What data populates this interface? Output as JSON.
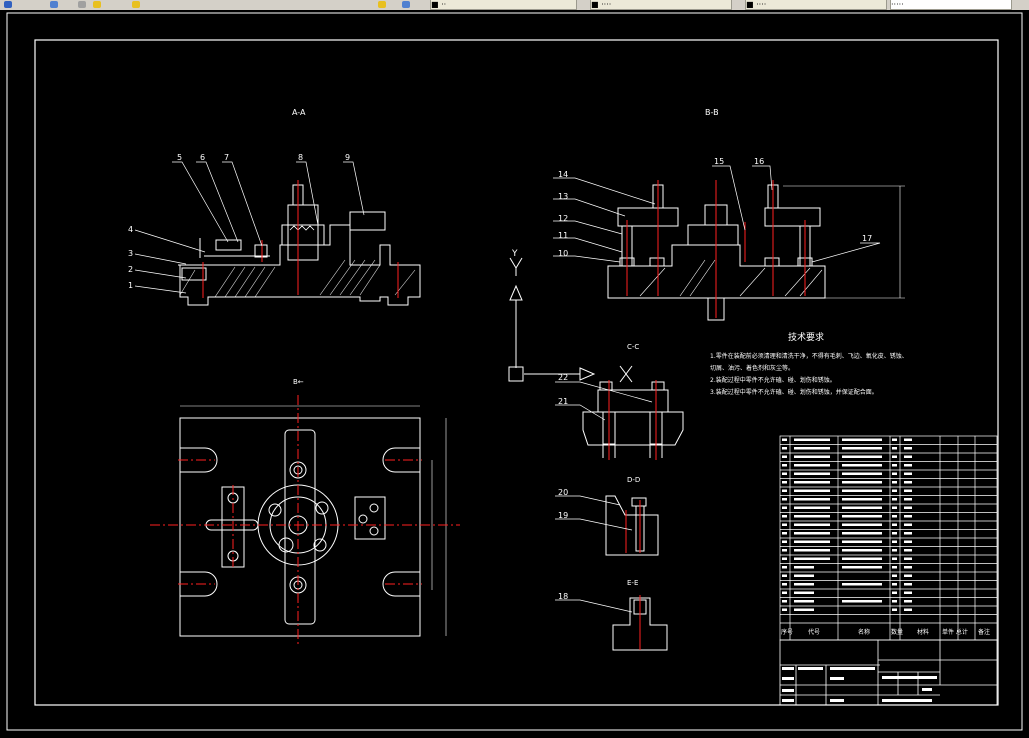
{
  "toolbar": {
    "tabs": [
      "■ ··",
      "■ ····",
      "■ ····",
      "■ ····"
    ],
    "search_text": "·····"
  },
  "drawing": {
    "section_labels": {
      "aa": "A-A",
      "bb": "B-B",
      "cc": "C-C",
      "dd": "D-D",
      "ee": "E-E",
      "plan": "B←"
    },
    "callouts_aa": [
      "1",
      "2",
      "3",
      "4",
      "5",
      "6",
      "7",
      "8",
      "9"
    ],
    "callouts_bb": [
      "10",
      "11",
      "12",
      "13",
      "14",
      "15",
      "16",
      "17"
    ],
    "callouts_cc": [
      "21",
      "22"
    ],
    "callouts_dd": [
      "19",
      "20"
    ],
    "callouts_ee": [
      "18"
    ],
    "axis_label": "Y",
    "tech_req": {
      "title": "技术要求",
      "lines": [
        "1.零件在装配前必须清理和清洗干净，不得有毛刺、飞边、氧化皮、锈蚀、",
        "切屑、油污、着色剂和灰尘等。",
        "2.装配过程中零件不允许磕、碰、划伤和锈蚀。",
        "3.装配过程中零件不允许磕、碰、划伤和锈蚀，并保证配合面。"
      ]
    },
    "bom_header": [
      "序号",
      "代号",
      "名称",
      "数量",
      "材料",
      "单件 总计",
      "备注"
    ]
  },
  "colors": {
    "line": "#ffffff",
    "center": "#ff2020",
    "bg": "#000000",
    "toolbar": "#d4d0c8",
    "icon_yellow": "#e8c020",
    "icon_blue": "#3060c0"
  }
}
